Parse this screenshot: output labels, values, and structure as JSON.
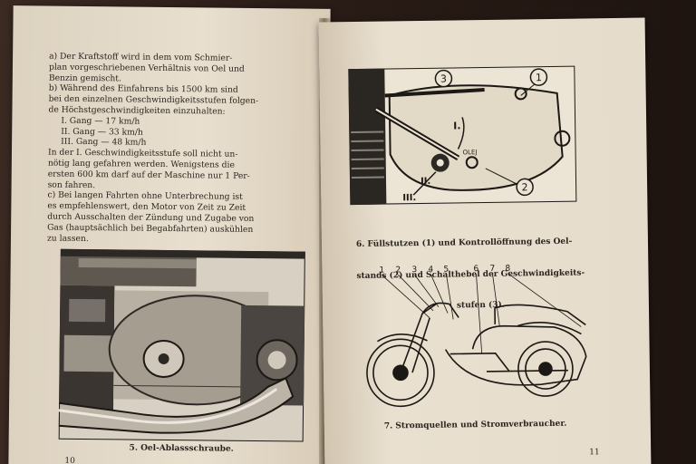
{
  "left_page": {
    "body_lines": [
      "a) Der Kraftstoff wird in dem vom Schmier-",
      "plan vorgeschriebenen Verhältnis von Oel und",
      "Benzin gemischt.",
      "b) Während des Einfahrens bis 1500 km sind",
      "bei den einzelnen Geschwindigkeitsstufen folgen-",
      "de Höchstgeschwindigkeiten einzuhalten:",
      "I. Gang — 17 km/h",
      "II. Gang — 33 km/h",
      "III. Gang — 48 km/h",
      "In der I. Geschwindigkeitsstufe soll nicht un-",
      "nötig lang gefahren werden. Wenigstens die",
      "ersten 600 km darf auf der Maschine nur 1 Per-",
      "son fahren.",
      "c) Bei langen Fahrten ohne Unterbrechung ist",
      "es empfehlenswert, den Motor von Zeit zu Zeit",
      "durch Ausschalten der Zündung und Zugabe von",
      "Gas (hauptsächlich bei Begabfahrten) auskühlen",
      "zu lassen."
    ],
    "figure_caption": "5. Oel-Ablassschraube.",
    "page_number": "10"
  },
  "right_page": {
    "figure6_labels": [
      "3",
      "1",
      "I.",
      "OLEJ",
      "2",
      "II.",
      "III."
    ],
    "figure6_caption_lines": [
      "6. Füllstutzen (1) und Kontrollöffnung des Oel-",
      "stands (2) und Schalthebel der Geschwindigkeits-",
      "stufen (3)."
    ],
    "figure7_callouts": [
      "1",
      "2",
      "3",
      "4",
      "5",
      "6",
      "7",
      "8"
    ],
    "figure7_caption": "7. Stromquellen und Stromverbraucher.",
    "page_number": "11"
  },
  "colors": {
    "paper": "#e6dccc",
    "ink": "#2a241e",
    "background": "#2a1a14"
  }
}
